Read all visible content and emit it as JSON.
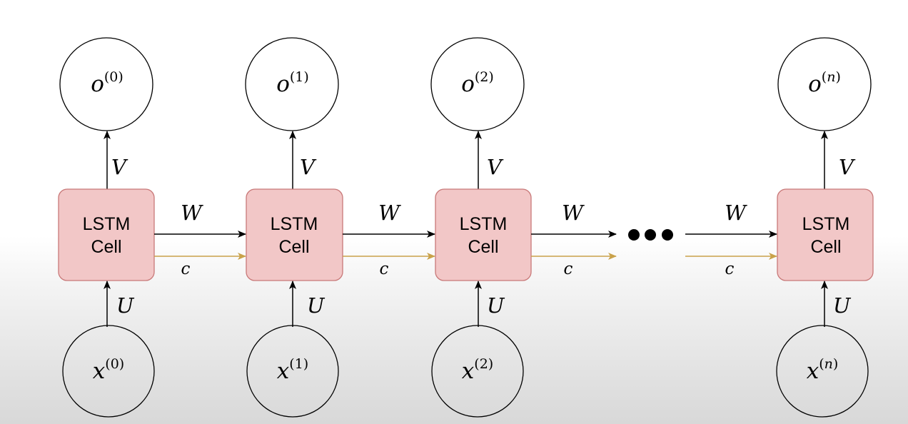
{
  "columns": [
    {
      "output": {
        "base": "o",
        "sup": "(0)"
      },
      "input": {
        "base": "x",
        "sup": "(0)"
      },
      "cell": [
        "LSTM",
        "Cell"
      ],
      "v_label": "V",
      "u_label": "U"
    },
    {
      "output": {
        "base": "o",
        "sup": "(1)"
      },
      "input": {
        "base": "x",
        "sup": "(1)"
      },
      "cell": [
        "LSTM",
        "Cell"
      ],
      "v_label": "V",
      "u_label": "U"
    },
    {
      "output": {
        "base": "o",
        "sup": "(2)"
      },
      "input": {
        "base": "x",
        "sup": "(2)"
      },
      "cell": [
        "LSTM",
        "Cell"
      ],
      "v_label": "V",
      "u_label": "U"
    },
    {
      "output": {
        "base": "o",
        "sup_open": "(",
        "sup_var": "n",
        "sup_close": ")"
      },
      "input": {
        "base": "x",
        "sup_open": "(",
        "sup_var": "n",
        "sup_close": ")"
      },
      "cell": [
        "LSTM",
        "Cell"
      ],
      "v_label": "V",
      "u_label": "U"
    }
  ],
  "recurrent_links": [
    {
      "w_label": "W",
      "c_label": "c"
    },
    {
      "w_label": "W",
      "c_label": "c"
    },
    {
      "w_label": "W",
      "c_label": "c"
    },
    {
      "w_label": "W",
      "c_label": "c"
    }
  ],
  "ellipsis": "three-dots",
  "colors": {
    "cell_fill": "#f2c7c7",
    "cell_border": "#c87878",
    "cell_state_arrow": "#c9a24a",
    "arrow": "#000000"
  }
}
